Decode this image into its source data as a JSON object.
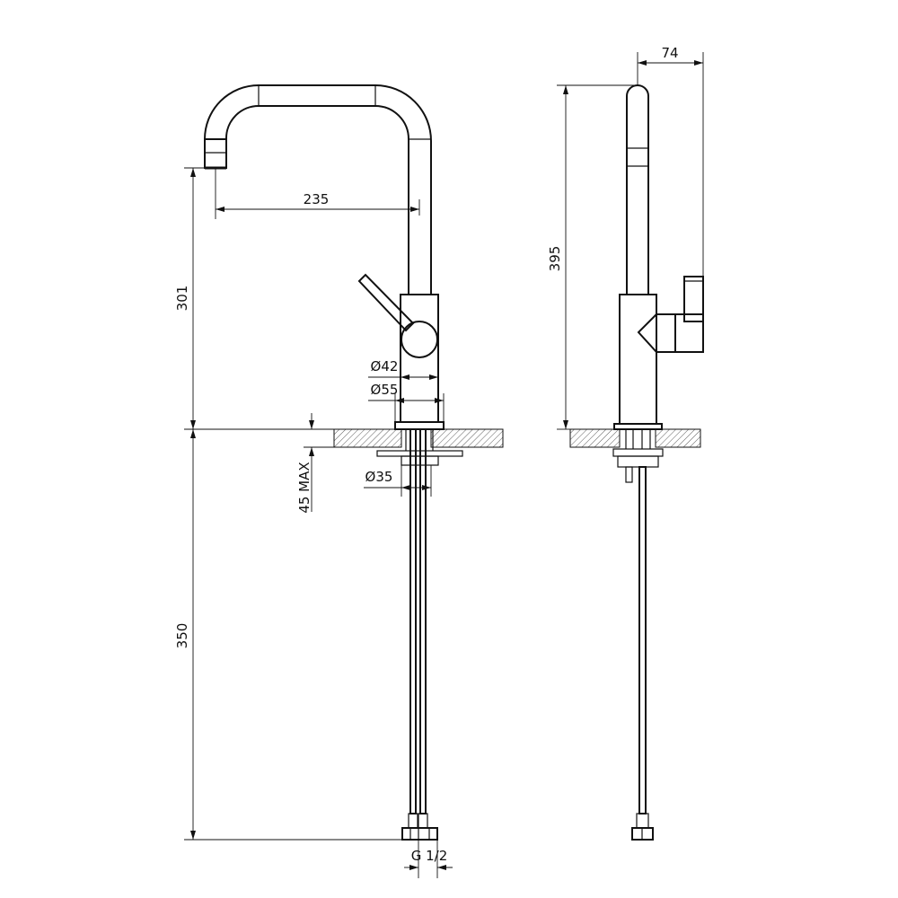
{
  "drawing": {
    "title": "Kitchen faucet dimension drawing",
    "views": [
      "front",
      "side"
    ],
    "units": "mm",
    "line_color": "#111111",
    "dimensions": {
      "spout_reach": "235",
      "spout_height": "301",
      "below_counter": "350",
      "counter_thickness": "45 MAX",
      "lever_dia": "Ø42",
      "base_dia": "Ø55",
      "hole_dia": "Ø35",
      "thread": "G 1/2",
      "total_height": "395",
      "depth": "74"
    }
  }
}
